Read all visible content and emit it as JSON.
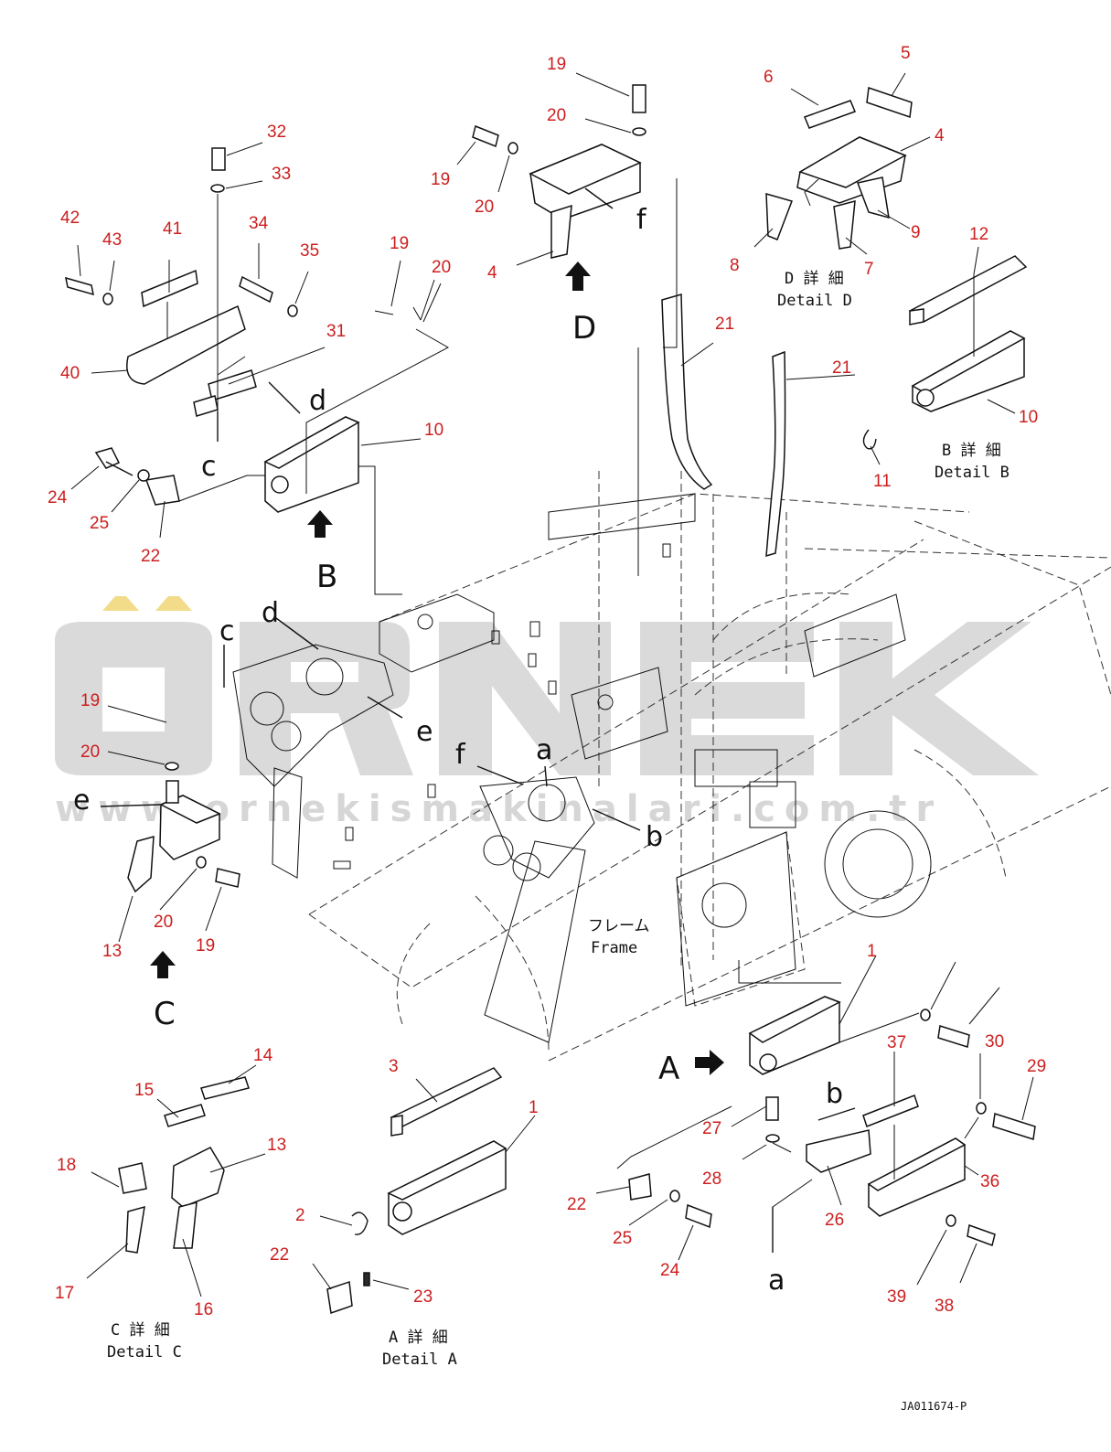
{
  "watermark": {
    "brand": "ÖRNEK",
    "url": "www.ornekismakinalari.com.tr",
    "accent_color": "#f2dc8a",
    "brand_color": "#d9d9d9"
  },
  "callouts": [
    "1",
    "1",
    "2",
    "3",
    "4",
    "4",
    "5",
    "6",
    "7",
    "8",
    "9",
    "10",
    "10",
    "11",
    "12",
    "13",
    "13",
    "14",
    "15",
    "16",
    "17",
    "18",
    "19",
    "19",
    "19",
    "19",
    "19",
    "20",
    "20",
    "20",
    "20",
    "20",
    "21",
    "21",
    "22",
    "22",
    "22",
    "23",
    "24",
    "24",
    "25",
    "25",
    "26",
    "27",
    "28",
    "29",
    "30",
    "31",
    "32",
    "33",
    "34",
    "35",
    "36",
    "37",
    "38",
    "39",
    "40",
    "41",
    "42",
    "43"
  ],
  "view_letters": {
    "A": "A",
    "B": "B",
    "C": "C",
    "D": "D",
    "a": "a",
    "b": "b",
    "c": "c",
    "d": "d",
    "e": "e",
    "f": "f"
  },
  "detail_labels": {
    "a_jp": "A 詳 細",
    "a_en": "Detail A",
    "b_jp": "B 詳 細",
    "b_en": "Detail B",
    "c_jp": "C 詳 細",
    "c_en": "Detail C",
    "d_jp": "D 詳 細",
    "d_en": "Detail D"
  },
  "frame_label": {
    "jp": "フレーム",
    "en": "Frame"
  },
  "drawing_id": "JA011674-P"
}
